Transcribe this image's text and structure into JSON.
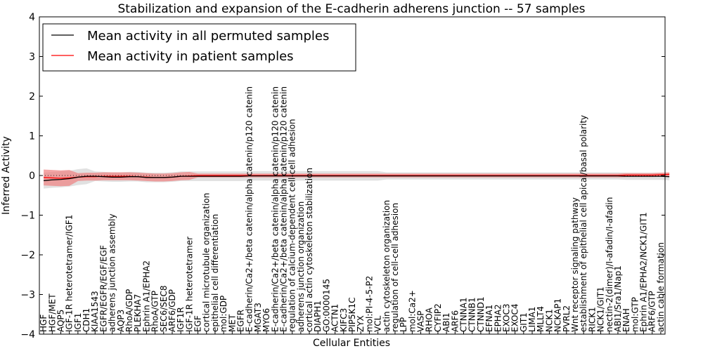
{
  "chart_data": {
    "type": "line",
    "title": "Stabilization and expansion of the E-cadherin adherens junction -- 57 samples",
    "xlabel": "Cellular Entities",
    "ylabel": "Inferred Activity",
    "ylim": [
      -4,
      4
    ],
    "yticks": [
      "−4",
      "−3",
      "−2",
      "−1",
      "0",
      "1",
      "2",
      "3",
      "4"
    ],
    "grid": false,
    "legend_position": "top-left",
    "categories": [
      "HGF",
      "HGF/MET",
      "AQP5",
      "IGF-1R heterotetramer/IGF1",
      "IGF1",
      "CDH1",
      "KIAA1543",
      "EGFR/EGFR/EGF/EGF",
      "adherens junction assembly",
      "AQP3",
      "RhoA/GDP",
      "PLEKHA7",
      "Ephrin A1/EPHA2",
      "RhoA/GTP",
      "SEC6/SEC8",
      "ARF6/GDP",
      "IGF1R",
      "IGF-1R heterotetramer",
      "EGF",
      "cortical microtubule organization",
      "epithelial cell differentiation",
      "mol:GDP",
      "MET",
      "EGFR",
      "E-cadherin/Ca2+/beta catenin/alpha catenin/p120 catenin",
      "MGAT3",
      "MYO6",
      "E-cadherin/Ca2+/beta catenin/alpha catenin/p120 catenin",
      "E-cadherin/Ca2+/beta catenin/alpha catenin/p120 catenin",
      "regulation of calcium-dependent cell-cell adhesion",
      "adherens junction organization",
      "cortical actin cytoskeleton stabilization",
      "DIAPH1",
      "GO:0000145",
      "ACTN1",
      "KIFC3",
      "PIP5K1C",
      "ZYX",
      "mol:PI-4-5-P2",
      "VCL",
      "actin cytoskeleton organization",
      "regulation of cell-cell adhesion",
      "LPP",
      "mol:Ca2+",
      "VASP",
      "RHOA",
      "CYFIP2",
      "ABI1",
      "ARF6",
      "CTNNA1",
      "CTNNB1",
      "CTNND1",
      "EFNA1",
      "EPHA2",
      "EXOC3",
      "EXOC4",
      "GIT1",
      "LIMA1",
      "MLLT4",
      "NCK1",
      "NCKAP1",
      "PVRL2",
      "Wnt receptor signaling pathway",
      "establishment of epithelial cell apical/basal polarity",
      "RICK1",
      "NCK1/GIT1",
      "nectin-2(dimer)/I-afadin/I-afadin",
      "ABI1/Sra1/Nap1",
      "ENAH",
      "mol:GTP",
      "Ephrin A1/EPHA2/NCK1/GIT1",
      "ARF6/GTP",
      "actin cable formation"
    ],
    "series": [
      {
        "name": "Mean activity in all permuted samples",
        "color": "#000000",
        "values": [
          -0.13,
          -0.11,
          -0.1,
          -0.08,
          -0.04,
          -0.02,
          -0.02,
          -0.03,
          -0.04,
          -0.04,
          -0.03,
          -0.03,
          -0.05,
          -0.05,
          -0.05,
          -0.04,
          -0.02,
          -0.02,
          -0.02,
          -0.02,
          -0.02,
          -0.02,
          -0.02,
          -0.02,
          -0.01,
          -0.01,
          -0.01,
          -0.01,
          -0.01,
          -0.01,
          -0.01,
          -0.01,
          -0.01,
          -0.01,
          -0.01,
          -0.01,
          -0.01,
          -0.01,
          -0.01,
          -0.01,
          -0.01,
          -0.01,
          -0.01,
          -0.01,
          -0.01,
          -0.01,
          -0.01,
          -0.01,
          -0.01,
          -0.01,
          -0.01,
          -0.01,
          -0.01,
          -0.01,
          -0.01,
          -0.01,
          -0.01,
          -0.01,
          -0.01,
          -0.01,
          -0.01,
          -0.01,
          -0.01,
          -0.01,
          -0.01,
          -0.01,
          -0.01,
          -0.01,
          -0.02,
          -0.02,
          -0.02,
          -0.02,
          -0.02,
          -0.03
        ]
      },
      {
        "name": "Mean activity in patient samples",
        "color": "#ff0000",
        "values": [
          -0.05,
          -0.06,
          -0.07,
          -0.06,
          -0.04,
          -0.03,
          -0.03,
          -0.02,
          -0.02,
          -0.02,
          -0.02,
          -0.03,
          -0.04,
          -0.05,
          -0.05,
          -0.04,
          -0.02,
          -0.01,
          0,
          0,
          0,
          0,
          0,
          0,
          0,
          0,
          0,
          0,
          0,
          0,
          0,
          0,
          0,
          0,
          0,
          0,
          0,
          0,
          0,
          0,
          0,
          0,
          0,
          0,
          0,
          0,
          0,
          0,
          0,
          0,
          0,
          0,
          0,
          0,
          0,
          0,
          0,
          0,
          0,
          0,
          0,
          0,
          0,
          0,
          0,
          0,
          0,
          0,
          0.01,
          0.01,
          0.01,
          0.01,
          0.02,
          0.03
        ]
      }
    ]
  }
}
